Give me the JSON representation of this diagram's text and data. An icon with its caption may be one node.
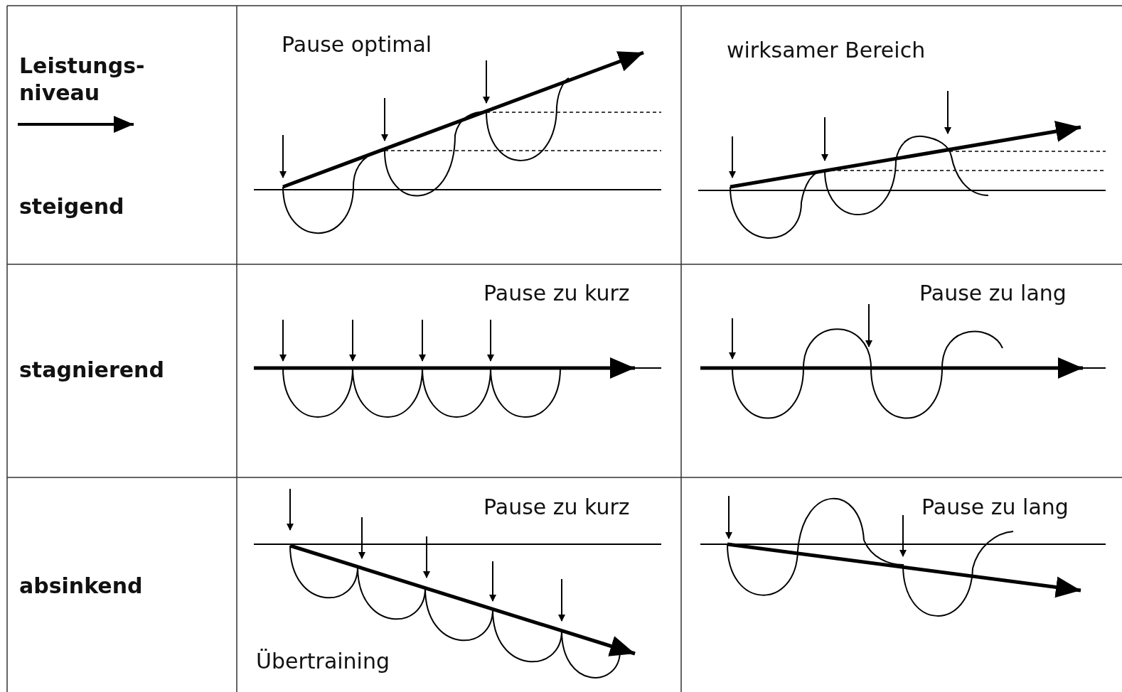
{
  "diagram": {
    "labels": [
      "Leistungs- niveau",
      "steigend",
      "Pause optimal",
      "wirksamer Bereich",
      "stagnierend",
      "Pause zu kurz",
      "Pause zu lang",
      "absinkend",
      "Pause zu kurz",
      "Übertraining",
      "Pause zu lang"
    ]
  }
}
